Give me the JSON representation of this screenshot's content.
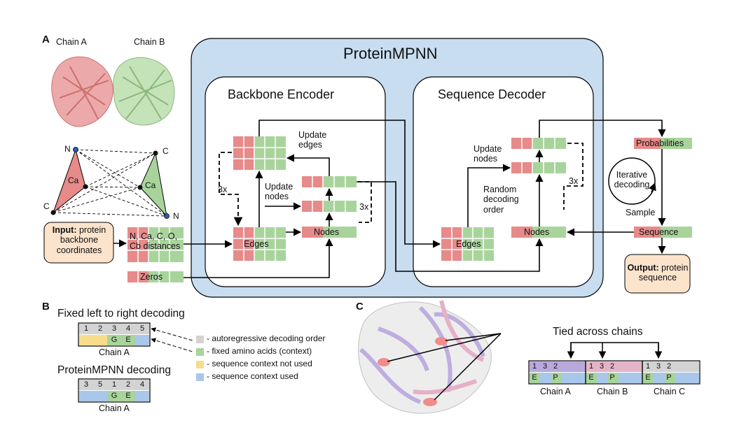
{
  "panels": {
    "a": "A",
    "b": "B",
    "c": "C"
  },
  "structure": {
    "chain_a": "Chain A",
    "chain_b": "Chain B",
    "atom_n1": "N",
    "atom_c1": "C",
    "atom_ca1": "Ca",
    "atom_n2": "N",
    "atom_c2": "C",
    "atom_ca2": "Ca"
  },
  "model": {
    "title": "ProteinMPNN",
    "encoder": "Backbone Encoder",
    "decoder": "Sequence Decoder"
  },
  "input": {
    "bold": "Input:",
    "rest_line1": " protein",
    "line2": "backbone",
    "line3": "coordinates"
  },
  "features": {
    "line1": "N, Ca, C, O,",
    "line2": "Cb distances"
  },
  "zeros": "Zeros",
  "encoder_labels": {
    "update_edges_1": "Update",
    "update_edges_2": "edges",
    "update_nodes_1": "Update",
    "update_nodes_2": "nodes",
    "three_x_left": "3x",
    "three_x_right": "3x",
    "edges": "Edges",
    "nodes": "Nodes"
  },
  "decoder_labels": {
    "update_nodes_1": "Update",
    "update_nodes_2": "nodes",
    "random_1": "Random",
    "random_2": "decoding",
    "random_3": "order",
    "three_x": "3x",
    "edges": "Edges",
    "nodes": "Nodes"
  },
  "right_side": {
    "probabilities": "Probabilities",
    "iterative_1": "Iterative",
    "iterative_2": "decoding",
    "sample": "Sample",
    "sequence": "Sequence",
    "output_bold": "Output:",
    "output_rest1": " protein",
    "output_line2": "sequence"
  },
  "panel_b": {
    "fixed_title": "Fixed left to right decoding",
    "fixed_order": [
      "1",
      "2",
      "3",
      "4",
      "5"
    ],
    "fixed_aa": [
      "",
      "",
      "G",
      "E",
      ""
    ],
    "chain_label_1": "Chain A",
    "mpnn_title": "ProteinMPNN decoding",
    "mpnn_order": [
      "3",
      "5",
      "1",
      "2",
      "4"
    ],
    "mpnn_aa": [
      "",
      "",
      "G",
      "E",
      ""
    ],
    "chain_label_2": "Chain A",
    "legend": [
      {
        "text": "- autoregressive decoding order",
        "color": "#d3d3d3"
      },
      {
        "text": "- fixed amino acids (context)",
        "color": "#a8d49c"
      },
      {
        "text": "- sequence context not used",
        "color": "#f7dc8c"
      },
      {
        "text": "- sequence context used",
        "color": "#a9c7ea"
      }
    ]
  },
  "panel_c": {
    "tied_label": "Tied across chains",
    "chains": [
      {
        "name": "Chain A",
        "order": [
          "1",
          "3",
          "2"
        ],
        "aa": [
          "E",
          "",
          "P"
        ],
        "color": "#b9a8dc"
      },
      {
        "name": "Chain B",
        "order": [
          "1",
          "3",
          "2"
        ],
        "aa": [
          "E",
          "",
          "P"
        ],
        "color": "#e3b4c8"
      },
      {
        "name": "Chain C",
        "order": [
          "1",
          "3",
          "2"
        ],
        "aa": [
          "E",
          "",
          "P"
        ],
        "color": "#d3d3d3"
      }
    ]
  },
  "colors": {
    "red": "#e78a8a",
    "green": "#a8d49c",
    "blue_panel": "#c8ddf0",
    "input_box": "#fbe3cc",
    "yellow": "#f7dc8c",
    "blue_cell": "#a9c7ea",
    "grey": "#d3d3d3"
  }
}
